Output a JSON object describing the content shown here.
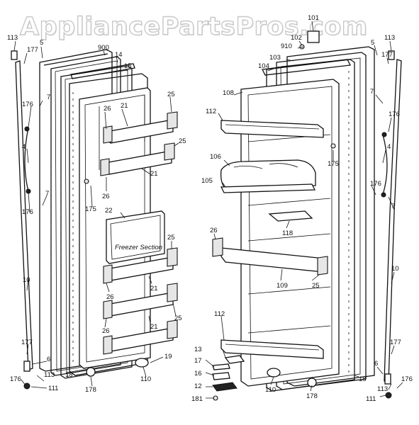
{
  "watermark": "AppliancePartsPros.com",
  "brand_plate": "Freezer Section",
  "labels": {
    "l113a": "113",
    "l177a": "177",
    "l5a": "5",
    "l900": "900",
    "l14": "14",
    "l15": "15",
    "l7a": "7",
    "l176a": "176",
    "l4a": "4",
    "l176b": "176",
    "l7b": "7",
    "l10a": "10",
    "l25a": "25",
    "l26a": "26",
    "l21a": "21",
    "l25b": "25",
    "l21b": "21",
    "l26b": "26",
    "l175a": "175",
    "l22": "22",
    "l25c": "25",
    "l21c": "21",
    "l26c": "26",
    "l25d": "25",
    "l26d": "26",
    "l21d": "21",
    "l19": "19",
    "l177b": "177",
    "l6a": "6",
    "l18a": "18",
    "l176c": "176",
    "l113b": "113",
    "l111a": "111",
    "l178a": "178",
    "l110a": "110",
    "l101": "101",
    "l102": "102",
    "l910": "910",
    "l103": "103",
    "l104": "104",
    "l108": "108",
    "l112a": "112",
    "l106": "106",
    "l105": "105",
    "l175b": "175",
    "l118": "118",
    "l26e": "26",
    "l109": "109",
    "l25e": "25",
    "l112b": "112",
    "l13": "13",
    "l17": "17",
    "l16": "16",
    "l12": "12",
    "l181": "181",
    "l110b": "110",
    "l178b": "178",
    "l18b": "18",
    "l113c": "113",
    "l5b": "5",
    "l177c": "177",
    "l7c": "7",
    "l176d": "176",
    "l4b": "4",
    "l176e": "176",
    "l7d": "7",
    "l10b": "10",
    "l177d": "177",
    "l6b": "6",
    "l113d": "113",
    "l176f": "176",
    "l111b": "111"
  }
}
